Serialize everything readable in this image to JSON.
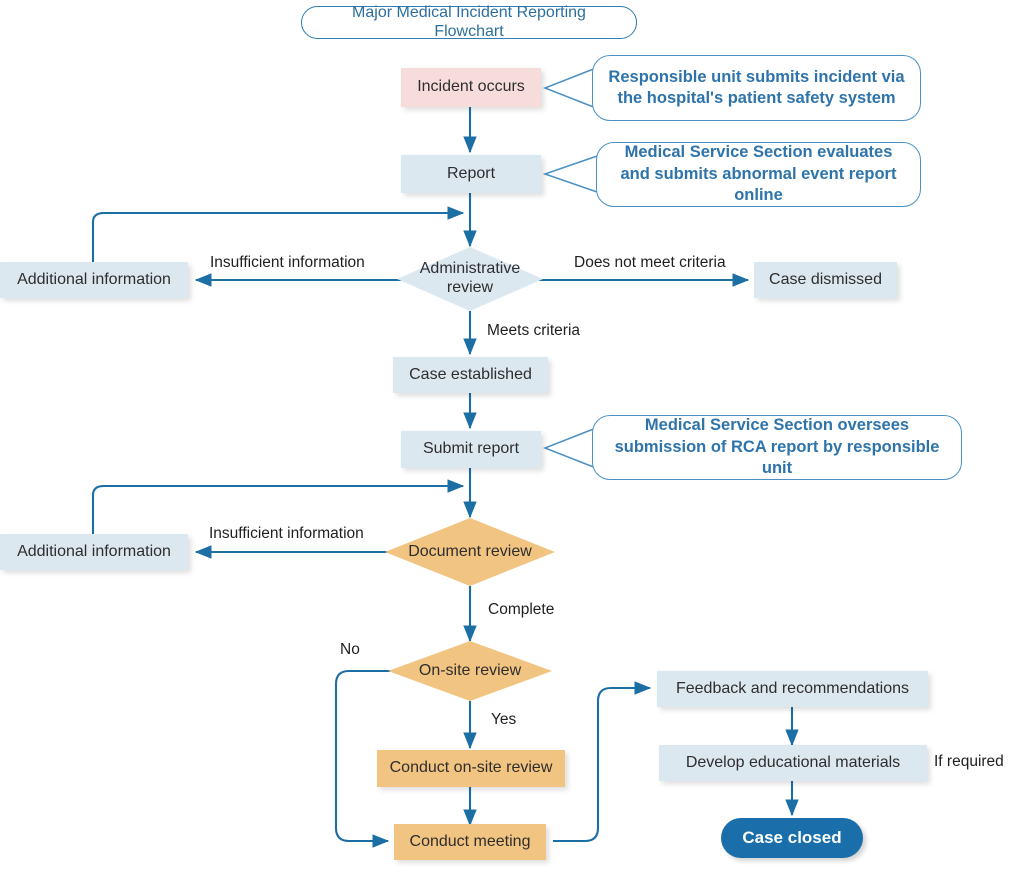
{
  "title": "Major Medical Incident Reporting Flowchart",
  "colors": {
    "accent_blue": "#2e74ab",
    "edge_blue": "#1c6fa5",
    "node_blue_fill": "#dce8f0",
    "node_pink_fill": "#f7dcdc",
    "node_orange_fill": "#f2c481",
    "terminator_fill": "#1a6faa",
    "text_dark": "#2e2e2e"
  },
  "nodes": {
    "incident_occurs": "Incident occurs",
    "report": "Report",
    "additional_information_1": "Additional information",
    "administrative_review": "Administrative review",
    "case_dismissed": "Case dismissed",
    "case_established": "Case established",
    "submit_report": "Submit report",
    "additional_information_2": "Additional information",
    "document_review": "Document review",
    "onsite_review": "On-site review",
    "conduct_onsite_review": "Conduct on-site review",
    "conduct_meeting": "Conduct meeting",
    "feedback_and_recommendations": "Feedback and recommendations",
    "develop_educational_materials": "Develop educational materials",
    "case_closed": "Case closed"
  },
  "callouts": {
    "incident": "Responsible unit submits incident via the hospital's patient safety system",
    "report": "Medical Service Section evaluates and submits abnormal event report online",
    "submit_report": "Medical Service Section oversees submission of RCA report by responsible unit"
  },
  "edge_labels": {
    "insufficient_information_1": "Insufficient information",
    "does_not_meet_criteria": "Does not meet criteria",
    "meets_criteria": "Meets criteria",
    "insufficient_information_2": "Insufficient information",
    "complete": "Complete",
    "no": "No",
    "yes": "Yes",
    "if_required": "If required"
  }
}
